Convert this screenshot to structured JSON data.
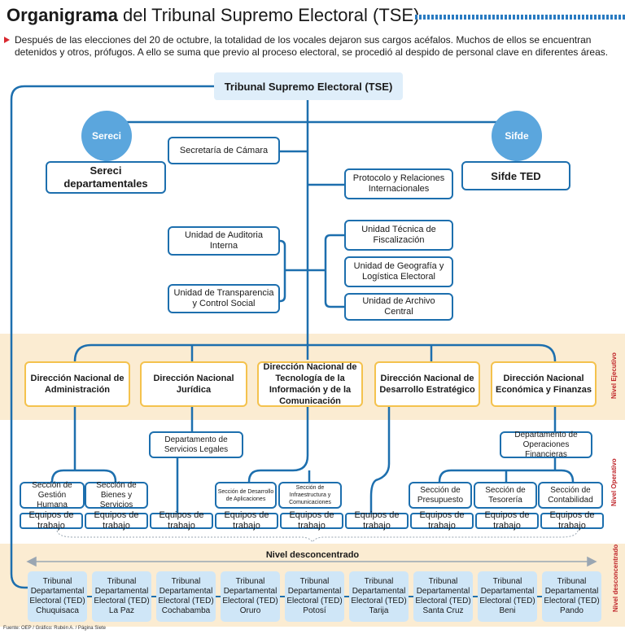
{
  "header": {
    "title_bold": "Organigrama",
    "title_rest": " del Tribunal Supremo Electoral (TSE)",
    "intro": "Después de las elecciones del 20 de octubre, la totalidad de los vocales dejaron sus cargos acéfalos. Muchos de ellos se encuentran detenidos y otros, prófugos. A ello se suma que previo al proceso electoral, se procedió al despido de personal clave en diferentes áreas."
  },
  "top": {
    "tse": "Tribunal Supremo Electoral (TSE)",
    "sereci_circle": "Sereci",
    "sereci_box": "Sereci departamentales",
    "sifde_circle": "Sifde",
    "sifde_box": "Sifde TED",
    "secretaria": "Secretaría de Cámara",
    "protocolo": "Protocolo y Relaciones Internacionales",
    "auditoria": "Unidad de Auditoria Interna",
    "transparencia": "Unidad de Transparencia y Control Social",
    "fiscalizacion": "Unidad Técnica de Fiscalización",
    "geografia": "Unidad de Geografía y Logística Electoral",
    "archivo": "Unidad de Archivo Central"
  },
  "executive": {
    "label": "Nivel Ejecutivo",
    "directions": [
      "Dirección Nacional de Administración",
      "Dirección Nacional Jurídica",
      "Dirección Nacional de Tecnología de la Información y de la Comunicación",
      "Dirección Nacional de Desarrollo Estratégico",
      "Dirección Nacional Económica y Finanzas"
    ]
  },
  "operative": {
    "label": "Nivel Operativo",
    "dept_legal": "Departamento de Servicios Legales",
    "dept_fin": "Departamento de Operaciones Financieras",
    "sections": [
      "Sección de Gestión Humana",
      "Sección de Bienes y Servicios",
      "Sección de Desarrollo de Aplicaciones",
      "Sección de Infraestructura y Comunicaciones",
      "Sección de Presupuesto",
      "Sección de Tesorería",
      "Sección de Contabilidad"
    ],
    "team_label": "Equipos de trabajo"
  },
  "deconcentrated": {
    "title": "Nivel desconcentrado",
    "label": "Nivel desconcentrado",
    "tribunals": [
      "Tribunal Departamental Electoral (TED) Chuquisaca",
      "Tribunal Departamental Electoral (TED) La Paz",
      "Tribunal Departamental Electoral (TED) Cochabamba",
      "Tribunal Departamental Electoral (TED) Oruro",
      "Tribunal Departamental Electoral (TED) Potosí",
      "Tribunal Departamental Electoral (TED) Tarija",
      "Tribunal Departamental Electoral (TED) Santa Cruz",
      "Tribunal Departamental Electoral (TED) Beni",
      "Tribunal Departamental Electoral (TED) Pando"
    ]
  },
  "footer": {
    "source": "Fuente: OEP / Gráfico: Rubén A. / Página Siete"
  },
  "colors": {
    "blue": "#1d6fae",
    "light_blue": "#cfe6f7",
    "band": "#fbecd2",
    "direction_border": "#f4c24d",
    "accent_red": "#c0282d"
  }
}
